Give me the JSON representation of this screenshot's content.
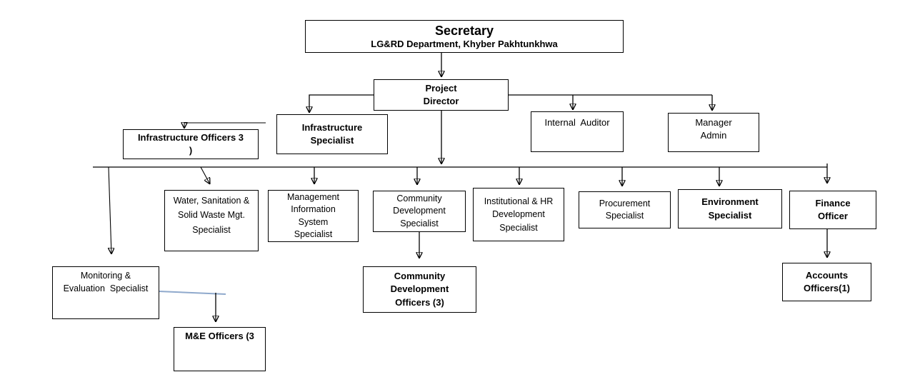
{
  "org_chart": {
    "colors": {
      "background": "#ffffff",
      "box_border": "#000000",
      "text": "#000000",
      "connector_line": "#000000",
      "annotation_line": "#8fa9cc"
    },
    "nodes": {
      "secretary": {
        "title": "Secretary",
        "subtitle": "LG&RD Department, Khyber Pakhtunkhwa"
      },
      "project_director": {
        "lines": [
          "Project",
          "Director"
        ]
      },
      "infrastructure_specialist": {
        "lines": [
          "Infrastructure",
          "Specialist"
        ]
      },
      "infrastructure_officers": {
        "lines": [
          "Infrastructure Officers 3",
          ")"
        ]
      },
      "internal_auditor": {
        "lines": [
          "Internal  Auditor"
        ]
      },
      "manager_admin": {
        "lines": [
          "Manager",
          "Admin"
        ]
      },
      "water_sanitation_specialist": {
        "lines": [
          "Water, Sanitation &",
          "Solid Waste Mgt.",
          "Specialist"
        ]
      },
      "mis_specialist": {
        "lines": [
          "Management",
          "Information",
          "System",
          "Specialist"
        ]
      },
      "community_development_specialist": {
        "lines": [
          "Community",
          "Development",
          "Specialist"
        ]
      },
      "institutional_hr_specialist": {
        "lines": [
          "Institutional & HR",
          "Development",
          "Specialist"
        ]
      },
      "procurement_specialist": {
        "lines": [
          "Procurement",
          "Specialist"
        ]
      },
      "environment_specialist": {
        "lines": [
          "Environment",
          "Specialist"
        ]
      },
      "finance_officer": {
        "lines": [
          "Finance",
          "Officer"
        ]
      },
      "monitoring_evaluation_specialist": {
        "lines": [
          "Monitoring &",
          "Evaluation  Specialist"
        ]
      },
      "me_officers": {
        "lines": [
          "M&E Officers (3"
        ]
      },
      "community_development_officers": {
        "lines": [
          "Community",
          "Development",
          "Officers (3)"
        ]
      },
      "accounts_officers": {
        "lines": [
          "Accounts",
          "Officers(1)"
        ]
      }
    }
  }
}
